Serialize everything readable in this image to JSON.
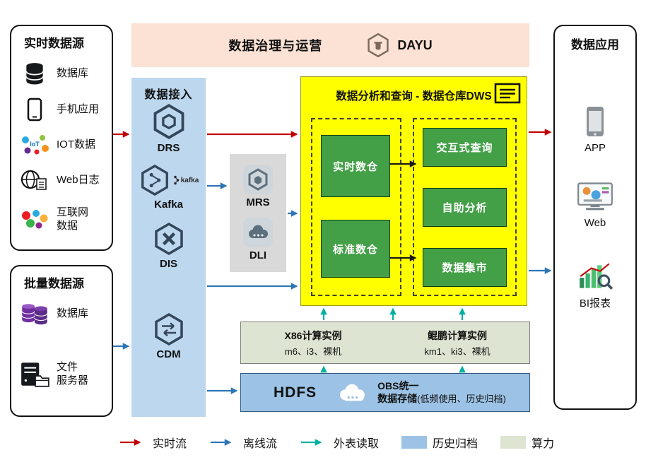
{
  "colors": {
    "realtime": "#c00000",
    "offline": "#2e75b6",
    "external": "#00b0a0",
    "archive": "#9cc3e5",
    "compute": "#dde4d1",
    "dws_bg": "#ffff00",
    "green": "#43a047",
    "ingest_bg": "#bdd7ee",
    "banner_bg": "#fbe2d5",
    "middleware_bg": "#d9d9d9"
  },
  "realtime_sources": {
    "title": "实时数据源",
    "items": [
      {
        "label": "数据库",
        "icon": "database-icon"
      },
      {
        "label": "手机应用",
        "icon": "mobile-phone-icon"
      },
      {
        "label": "IOT数据",
        "icon": "iot-icon"
      },
      {
        "label": "Web日志",
        "icon": "web-log-icon"
      },
      {
        "label": "互联网\n数据",
        "icon": "internet-data-icon"
      }
    ]
  },
  "batch_sources": {
    "title": "批量数据源",
    "items": [
      {
        "label": "数据库",
        "icon": "database-purple-icon"
      },
      {
        "label": "文件\n服务器",
        "icon": "file-server-icon"
      }
    ]
  },
  "governance": {
    "title": "数据治理与运营",
    "brand": "DAYU"
  },
  "ingestion": {
    "title": "数据接入",
    "items": [
      {
        "label": "DRS"
      },
      {
        "label": "Kafka",
        "sub": "kafka"
      },
      {
        "label": "DIS"
      },
      {
        "label": "CDM"
      }
    ]
  },
  "middleware": {
    "items": [
      {
        "label": "MRS"
      },
      {
        "label": "DLI"
      }
    ]
  },
  "dws": {
    "title": "数据分析和查询 - 数据仓库DWS",
    "warehouses": [
      {
        "label": "实时数仓"
      },
      {
        "label": "标准数仓"
      }
    ],
    "services": [
      {
        "label": "交互式查询"
      },
      {
        "label": "自助分析"
      },
      {
        "label": "数据集市"
      }
    ]
  },
  "compute": {
    "groups": [
      {
        "title": "X86计算实例",
        "desc": "m6、i3、裸机"
      },
      {
        "title": "鲲鹏计算实例",
        "desc": "km1、ki3、裸机"
      }
    ]
  },
  "storage": {
    "hdfs": "HDFS",
    "obs_line1": "OBS统一",
    "obs_line2": "数据存储",
    "obs_note": "(低频使用、历史归档)"
  },
  "applications": {
    "title": "数据应用",
    "items": [
      {
        "label": "APP"
      },
      {
        "label": "Web"
      },
      {
        "label": "BI报表"
      }
    ]
  },
  "legend": {
    "items": [
      {
        "label": "实时流"
      },
      {
        "label": "离线流"
      },
      {
        "label": "外表读取"
      },
      {
        "label": "历史归档"
      },
      {
        "label": "算力"
      }
    ]
  }
}
